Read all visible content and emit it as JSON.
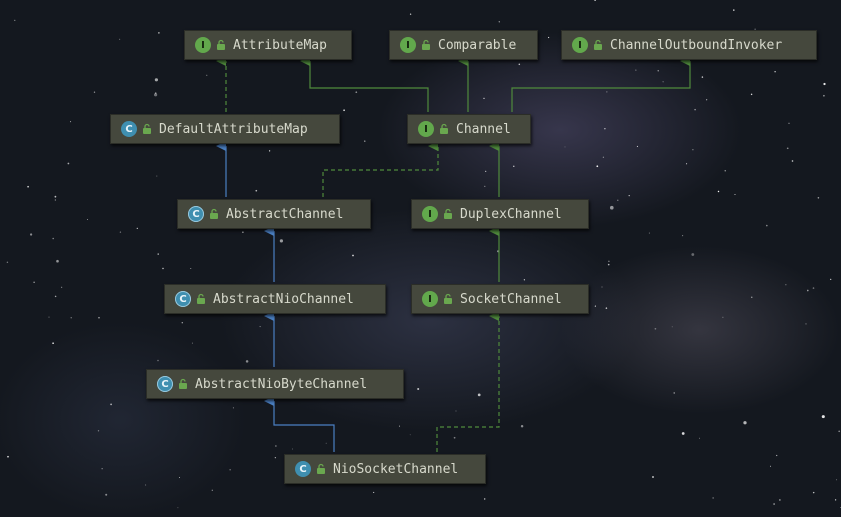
{
  "diagram": {
    "nodes": [
      {
        "id": "attributemap",
        "label": "AttributeMap",
        "kind": "I",
        "kind_icon": "interface-icon"
      },
      {
        "id": "comparable",
        "label": "Comparable",
        "kind": "I",
        "kind_icon": "interface-icon"
      },
      {
        "id": "channeloutboundinvoker",
        "label": "ChannelOutboundInvoker",
        "kind": "I",
        "kind_icon": "interface-icon"
      },
      {
        "id": "defaultattributemap",
        "label": "DefaultAttributeMap",
        "kind": "C",
        "kind_icon": "class-icon"
      },
      {
        "id": "channel",
        "label": "Channel",
        "kind": "I",
        "kind_icon": "interface-icon"
      },
      {
        "id": "abstractchannel",
        "label": "AbstractChannel",
        "kind": "C",
        "kind_icon": "abstract-class-icon"
      },
      {
        "id": "duplexchannel",
        "label": "DuplexChannel",
        "kind": "I",
        "kind_icon": "interface-icon"
      },
      {
        "id": "abstractniochannel",
        "label": "AbstractNioChannel",
        "kind": "C",
        "kind_icon": "abstract-class-icon"
      },
      {
        "id": "socketchannel",
        "label": "SocketChannel",
        "kind": "I",
        "kind_icon": "interface-icon"
      },
      {
        "id": "abstractniobytechannel",
        "label": "AbstractNioByteChannel",
        "kind": "C",
        "kind_icon": "abstract-class-icon"
      },
      {
        "id": "niosocketchannel",
        "label": "NioSocketChannel",
        "kind": "C",
        "kind_icon": "class-icon"
      }
    ],
    "edges": [
      {
        "from": "defaultattributemap",
        "to": "attributemap",
        "type": "implements"
      },
      {
        "from": "channel",
        "to": "attributemap",
        "type": "extends-interface"
      },
      {
        "from": "channel",
        "to": "comparable",
        "type": "extends-interface"
      },
      {
        "from": "channel",
        "to": "channeloutboundinvoker",
        "type": "extends-interface"
      },
      {
        "from": "abstractchannel",
        "to": "defaultattributemap",
        "type": "extends"
      },
      {
        "from": "abstractchannel",
        "to": "channel",
        "type": "implements"
      },
      {
        "from": "duplexchannel",
        "to": "channel",
        "type": "extends-interface"
      },
      {
        "from": "abstractniochannel",
        "to": "abstractchannel",
        "type": "extends"
      },
      {
        "from": "socketchannel",
        "to": "duplexchannel",
        "type": "extends-interface"
      },
      {
        "from": "abstractniobytechannel",
        "to": "abstractniochannel",
        "type": "extends"
      },
      {
        "from": "niosocketchannel",
        "to": "abstractniobytechannel",
        "type": "extends"
      },
      {
        "from": "niosocketchannel",
        "to": "socketchannel",
        "type": "implements"
      }
    ],
    "colors": {
      "extends": "#4a7fc2",
      "interface_link": "#4f8a3c",
      "node_bg": "#45483d",
      "text": "#d7d9cc"
    }
  }
}
